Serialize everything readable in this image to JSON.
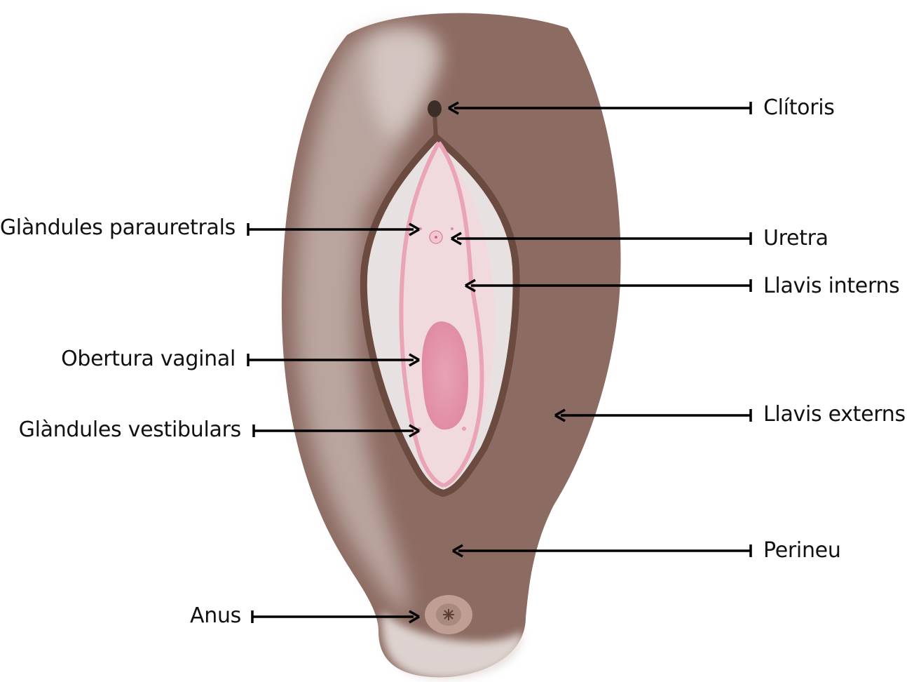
{
  "diagram": {
    "labels": {
      "clitoris": "Clítoris",
      "glandules_parauretrals": "Glàndules parauretrals",
      "uretra": "Uretra",
      "llavis_interns": "Llavis interns",
      "obertura_vaginal": "Obertura vaginal",
      "llavis_externs": "Llavis externs",
      "glandules_vestibulars": "Glàndules vestibulars",
      "perineu": "Perineu",
      "anus": "Anus"
    },
    "colors": {
      "outer_skin": "#8c6b62",
      "outer_skin_light": "#c9b8b2",
      "inner_outline": "#6b4a40",
      "inner_area": "#f1dadd",
      "inner_light": "#e7e2e1",
      "labia_minora": "#e9a5b6",
      "opening": "#e58fa7",
      "arrow": "#000000",
      "text": "#111111"
    }
  }
}
